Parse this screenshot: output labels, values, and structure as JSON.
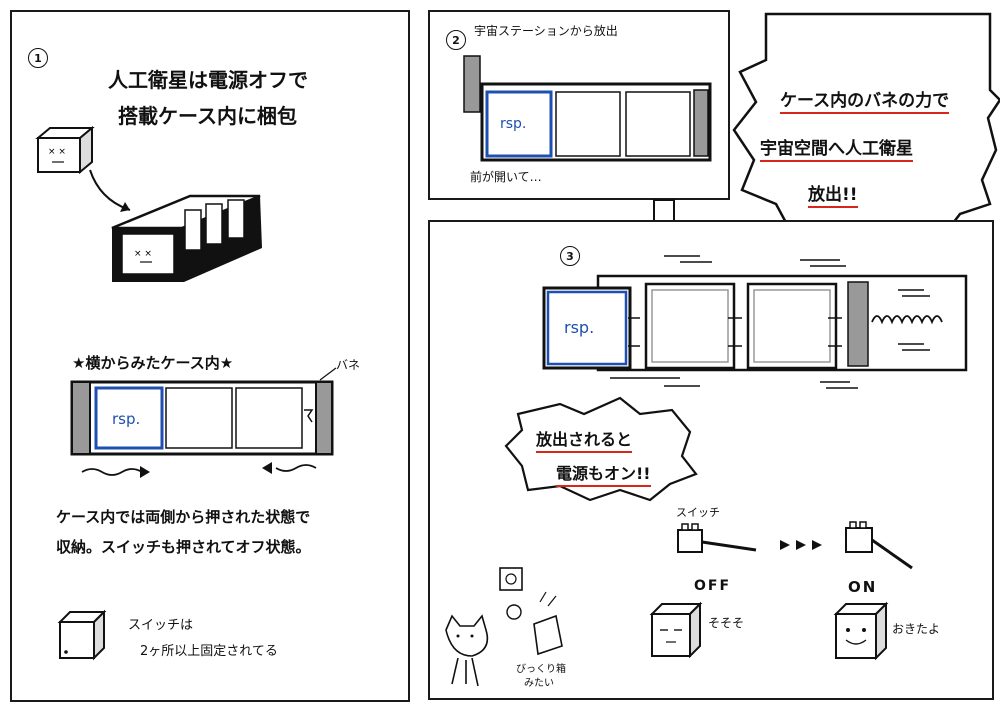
{
  "panel1": {
    "number": "1",
    "title_line1": "人工衛星は電源オフで",
    "title_line2": "搭載ケース内に梱包",
    "side_view_title": "★横からみたケース内★",
    "spring_label": "バネ",
    "slot1_label": "rsp.",
    "desc_line1": "ケース内では両側から押された状態で",
    "desc_line2": "収納。スイッチも押されてオフ状態。",
    "switch_note_line1": "スイッチは",
    "switch_note_line2": "2ヶ所以上固定されてる"
  },
  "panel2": {
    "number": "2",
    "title": "宇宙ステーションから放出",
    "slot1_label": "rsp.",
    "front_open": "前が開いて…"
  },
  "bubble_top": {
    "line1": "ケース内のバネの力で",
    "line2": "宇宙空間へ人工衛星",
    "line3": "放出!!"
  },
  "panel3": {
    "number": "3",
    "slot1_label": "rsp.",
    "bubble_line1": "放出されると",
    "bubble_line2": "電源もオン!!",
    "switch_label": "スイッチ",
    "off_label": "OFF",
    "on_label": "ON",
    "sleep_caption": "そそそ",
    "awake_caption": "おきたよ",
    "cat_caption_line1": "びっくり箱",
    "cat_caption_line2": "みたい"
  },
  "colors": {
    "ink": "#111111",
    "accent_blue": "#1f4fb0",
    "underline_red": "#d9261c"
  }
}
